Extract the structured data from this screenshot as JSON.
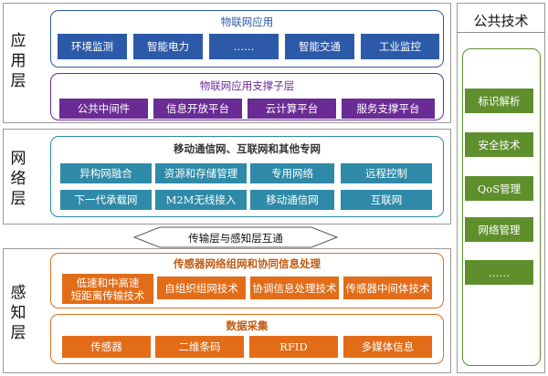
{
  "layers": {
    "application": "应用层",
    "network": "网络层",
    "perception": "感知层"
  },
  "public_tech": {
    "title": "公共技术",
    "items": [
      "标识解析",
      "安全技术",
      "QoS管理",
      "网络管理",
      "……"
    ]
  },
  "app_layer": {
    "iot_apps_title": "物联网应用",
    "iot_apps": [
      "环境监测",
      "智能电力",
      "……",
      "智能交通",
      "工业监控"
    ],
    "support_title": "物联网应用支撑子层",
    "support": [
      "公共中间件",
      "信息开放平台",
      "云计算平台",
      "服务支撑平台"
    ]
  },
  "network_layer": {
    "title": "移动通信网、互联网和其他专网",
    "row1": [
      "异构网融合",
      "资源和存储管理",
      "专用网络",
      "远程控制"
    ],
    "row2": [
      "下一代承载网",
      "M2M无线接入",
      "移动通信网",
      "互联网"
    ]
  },
  "interconnect": "传输层与感知层互通",
  "perception_layer": {
    "network_title": "传感器网络组网和协同信息处理",
    "network_items": [
      "低速和中高速\n短距离传输技术",
      "自组织组网技术",
      "协调信息处理技术",
      "传感器中间体技术"
    ],
    "collection_title": "数据采集",
    "collection_items": [
      "传感器",
      "二维条码",
      "RFID",
      "多媒体信息"
    ]
  },
  "colors": {
    "blue": "#2d5aa8",
    "purple": "#6a2b94",
    "teal": "#2e8aa8",
    "orange": "#e26c18",
    "green": "#5f8f2d"
  }
}
